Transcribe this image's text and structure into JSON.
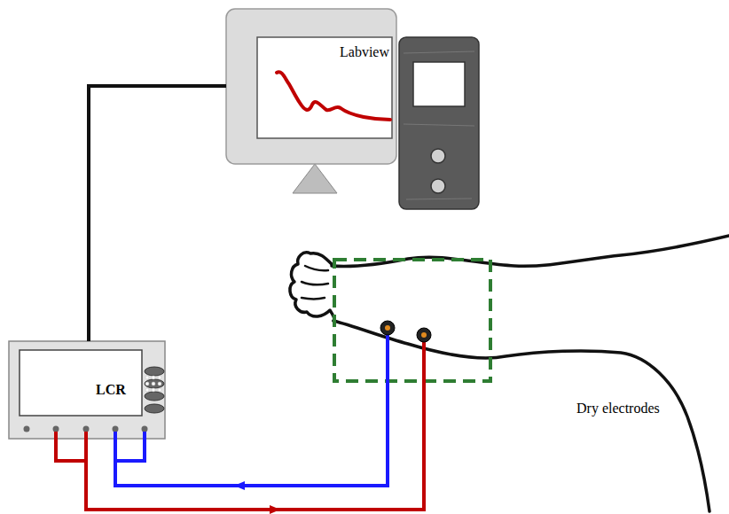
{
  "diagram": {
    "nodes": [
      {
        "text": [
          "Labview"
        ]
      },
      {
        "text": [
          "LCR"
        ]
      }
    ],
    "edges": [
      {
        "from": 1,
        "to": 0,
        "arrow": "none"
      }
    ],
    "labels": [
      "Dry electrodes"
    ]
  }
}
